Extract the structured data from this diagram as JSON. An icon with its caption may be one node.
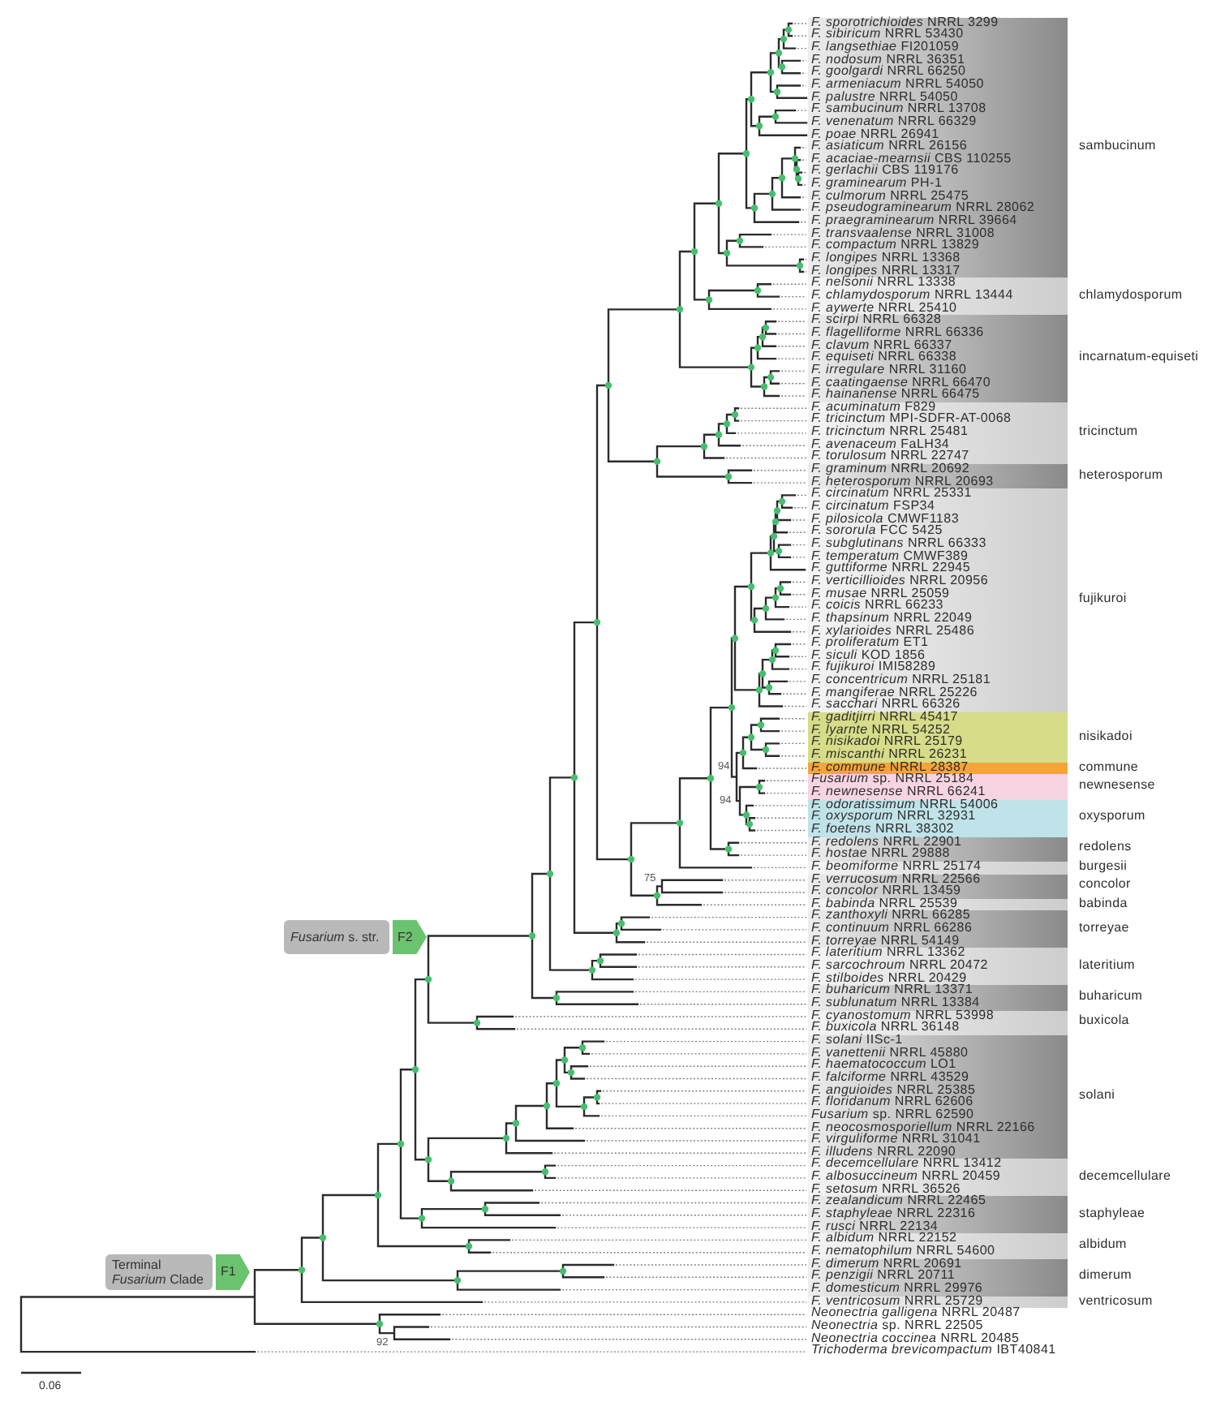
{
  "diagram": {
    "nodes": [
      {
        "text": [
          "*F. sporotrichioides* NRRL 3299",
          "*F. sibiricum* NRRL 53430",
          "*F. langsethiae* FI201059",
          "*F. nodosum* NRRL 36351",
          "*F. goolgardi* NRRL 66250",
          "*F. armeniacum* NRRL 54050",
          "*F. palustre* NRRL 54050",
          "*F. sambucinum* NRRL 13708",
          "*F. venenatum* NRRL 66329",
          "*F. poae* NRRL 26941",
          "*F. asiaticum* NRRL 26156",
          "*F. acaciae-mearnsii* CBS 110255",
          "*F. gerlachii* CBS 119176",
          "*F. graminearum* PH-1",
          "*F. culmorum* NRRL 25475",
          "*F. pseudograminearum* NRRL 28062",
          "*F. praegraminearum* NRRL 39664",
          "*F. transvaalense* NRRL 31008",
          "*F. compactum* NRRL 13829",
          "*F. longipes* NRRL 13368",
          "*F. longipes* NRRL 13317",
          "sambucinum"
        ]
      },
      {
        "text": [
          "*F. nelsonii* NRRL 13338",
          "*F. chlamydosporum* NRRL 13444",
          "*F. aywerte* NRRL 25410",
          "chlamydosporum"
        ]
      },
      {
        "text": [
          "*F. scirpi* NRRL 66328",
          "*F. flagelliforme* NRRL 66336",
          "*F. clavum* NRRL 66337",
          "*F. equiseti* NRRL 66338",
          "*F. irregulare* NRRL 31160",
          "*F. caatingaense* NRRL 66470",
          "*F. hainanense* NRRL 66475",
          "incarnatum-equiseti"
        ]
      },
      {
        "text": [
          "*F. acuminatum* F829",
          "*F. tricinctum* MPI-SDFR-AT-0068",
          "*F. tricinctum* NRRL 25481",
          "*F. avenaceum* FaLH34",
          "*F. torulosum* NRRL 22747",
          "tricinctum"
        ]
      },
      {
        "text": [
          "*F. graminum* NRRL 20692",
          "*F. heterosporum* NRRL 20693",
          "heterosporum"
        ]
      },
      {
        "text": [
          "*F. circinatum* NRRL 25331",
          "*F. circinatum* FSP34",
          "*F. pilosicola* CMWF1183",
          "*F. sororula* FCC 5425",
          "*F. subglutinans* NRRL 66333",
          "*F. temperatum* CMWF389",
          "*F. guttiforme* NRRL 22945",
          "*F. verticillioides* NRRL 20956",
          "*F. musae* NRRL 25059",
          "*F. coicis* NRRL 66233",
          "*F. thapsinum* NRRL 22049",
          "*F. xylarioides* NRRL 25486",
          "*F. proliferatum* ET1",
          "*F. siculi* KOD 1856",
          "*F. fujikuroi* IMI58289",
          "*F. concentricum* NRRL 25181",
          "*F. mangiferae* NRRL 25226",
          "*F. sacchari* NRRL 66326",
          "fujikuroi"
        ]
      },
      {
        "text": [
          "*F. gaditjirri* NRRL 45417",
          "*F. lyarnte* NRRL 54252",
          "*F. nisikadoi* NRRL 25179",
          "*F. miscanthi* NRRL 26231",
          "nisikadoi"
        ]
      },
      {
        "text": [
          "*F. commune* NRRL 28387",
          "commune"
        ]
      },
      {
        "text": [
          "*Fusarium* sp. NRRL 25184",
          "*F. newnesense* NRRL 66241",
          "newnesense"
        ]
      },
      {
        "text": [
          "*F. odoratissimum* NRRL 54006",
          "*F. oxysporum* NRRL 32931",
          "*F. foetens* NRRL 38302",
          "oxysporum"
        ]
      },
      {
        "text": [
          "*F. redolens* NRRL 22901",
          "*F. hostae* NRRL 29888",
          "redolens"
        ]
      },
      {
        "text": [
          "*F. beomiforme* NRRL 25174",
          "burgesii"
        ]
      },
      {
        "text": [
          "*F. verrucosum* NRRL 22566",
          "*F. concolor* NRRL 13459",
          "concolor"
        ]
      },
      {
        "text": [
          "*F. babinda* NRRL 25539",
          "babinda"
        ]
      },
      {
        "text": [
          "*F. zanthoxyli* NRRL 66285",
          "*F. continuum* NRRL 66286",
          "*F. torreyae* NRRL 54149",
          "torreyae"
        ]
      },
      {
        "text": [
          "*F. lateritium* NRRL 13362",
          "*F. sarcochroum* NRRL 20472",
          "*F. stilboides* NRRL 20429",
          "lateritium"
        ]
      },
      {
        "text": [
          "*F. buharicum* NRRL 13371",
          "*F. sublunatum* NRRL 13384",
          "buharicum"
        ]
      },
      {
        "text": [
          "*F. cyanostomum* NRRL 53998",
          "*F. buxicola* NRRL 36148",
          "buxicola"
        ]
      },
      {
        "text": [
          "*F. solani* IISc-1",
          "*F. vanettenii* NRRL 45880",
          "*F. haematococcum* LO1",
          "*F. falciforme* NRRL 43529",
          "*F. anguioides* NRRL 25385",
          "*F. floridanum* NRRL 62606",
          "*Fusarium* sp. NRRL 62590",
          "*F. neocosmosporiellum* NRRL 22166",
          "*F. virguliforme* NRRL 31041",
          "*F. illudens* NRRL 22090",
          "solani"
        ]
      },
      {
        "text": [
          "*F. decemcellulare* NRRL 13412",
          "*F. albosuccineum* NRRL 20459",
          "*F. setosum* NRRL 36526",
          "decemcellulare"
        ]
      },
      {
        "text": [
          "*F. zealandicum* NRRL 22465",
          "*F. staphyleae* NRRL 22316",
          "*F. rusci* NRRL 22134",
          "staphyleae"
        ]
      },
      {
        "text": [
          "*F. albidum* NRRL 22152",
          "*F. nematophilum* NRRL 54600",
          "albidum"
        ]
      },
      {
        "text": [
          "*F. dimerum* NRRL 20691",
          "*F. penzigii* NRRL 20711",
          "*F. domesticum* NRRL 29976",
          "dimerum"
        ]
      },
      {
        "text": [
          "*F. ventricosum* NRRL 25729",
          "ventricosum"
        ]
      },
      {
        "text": [
          "*Fusarium* s. str."
        ]
      },
      {
        "text": [
          "F2"
        ]
      },
      {
        "text": [
          "Terminal *Fusarium* Clade"
        ]
      },
      {
        "text": [
          "F1"
        ]
      }
    ],
    "labels": [
      "94",
      "94",
      "75",
      "*Neonectria galligena* NRRL 20487",
      "*Neonectria* sp. NRRL 22505",
      "*Neonectria coccinea* NRRL 20485",
      "92",
      "*Trichoderma brevicompactum* IBT40841",
      "0.06"
    ]
  }
}
